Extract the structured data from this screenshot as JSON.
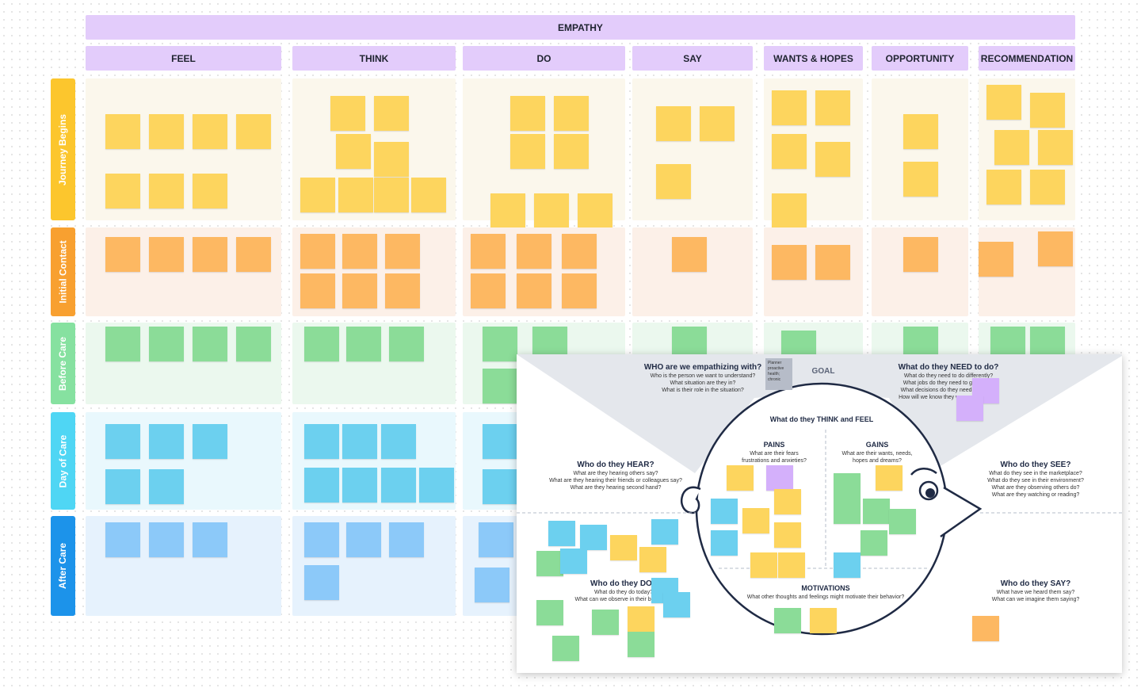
{
  "board": {
    "empathy": "EMPATHY",
    "columns": [
      "FEEL",
      "THINK",
      "DO",
      "SAY",
      "WANTS & HOPES",
      "OPPORTUNITY",
      "RECOMMENDATION"
    ],
    "rows": [
      "Journey Begins",
      "Initial Contact",
      "Before Care",
      "Day of Care",
      "After Care"
    ],
    "colors": {
      "header": "#e3ccfb",
      "row1": "#fcc62d",
      "row2": "#f8a030",
      "row3": "#86e1a0",
      "row4": "#4fd6f4",
      "row5": "#1c93ea"
    }
  },
  "canvas": {
    "who": {
      "title_pre": "",
      "title_b": "WHO",
      "title_post": " are we empathizing with?",
      "lines": [
        "Who is the person we want to understand?",
        "What situation are they in?",
        "What is their role in the situation?"
      ]
    },
    "goal": "GOAL",
    "goal_note": "Planner proactive health; chronic",
    "need": {
      "title_pre": "What do they ",
      "title_b": "NEED",
      "title_post": " to do?",
      "lines": [
        "What do they need to do differently?",
        "What jobs do they need to get done?",
        "What decisions do they need to make?",
        "How will we know they were successful?"
      ]
    },
    "think_feel": "What do they THINK and FEEL",
    "pains": {
      "title": "PAINS",
      "lines": [
        "What are their fears",
        "frustrations and anxieties?"
      ]
    },
    "gains": {
      "title": "GAINS",
      "lines": [
        "What are their wants, needs,",
        "hopes and dreams?"
      ]
    },
    "motivations": {
      "title": "MOTIVATIONS",
      "lines": [
        "What other thoughts and feelings might motivate their behavior?"
      ]
    },
    "hear": {
      "title_pre": "Who do they ",
      "title_b": "HEAR",
      "title_post": "?",
      "lines": [
        "What are they hearing others say?",
        "What are they hearing their friends or colleagues say?",
        "What are they hearing second hand?"
      ]
    },
    "see": {
      "title_pre": "Who do they ",
      "title_b": "SEE",
      "title_post": "?",
      "lines": [
        "What do they see in the marketplace?",
        "What do they see in their environment?",
        "What are they observing others do?",
        "What are they watching or reading?"
      ]
    },
    "do": {
      "title_pre": "Who do they ",
      "title_b": "DO",
      "title_post": "?",
      "lines": [
        "What do they do today?",
        "What can we observe in their behavior?"
      ]
    },
    "say": {
      "title_pre": "Who do they ",
      "title_b": "SAY",
      "title_post": "?",
      "lines": [
        "What have we heard them say?",
        "What can we imagine them saying?"
      ]
    }
  }
}
